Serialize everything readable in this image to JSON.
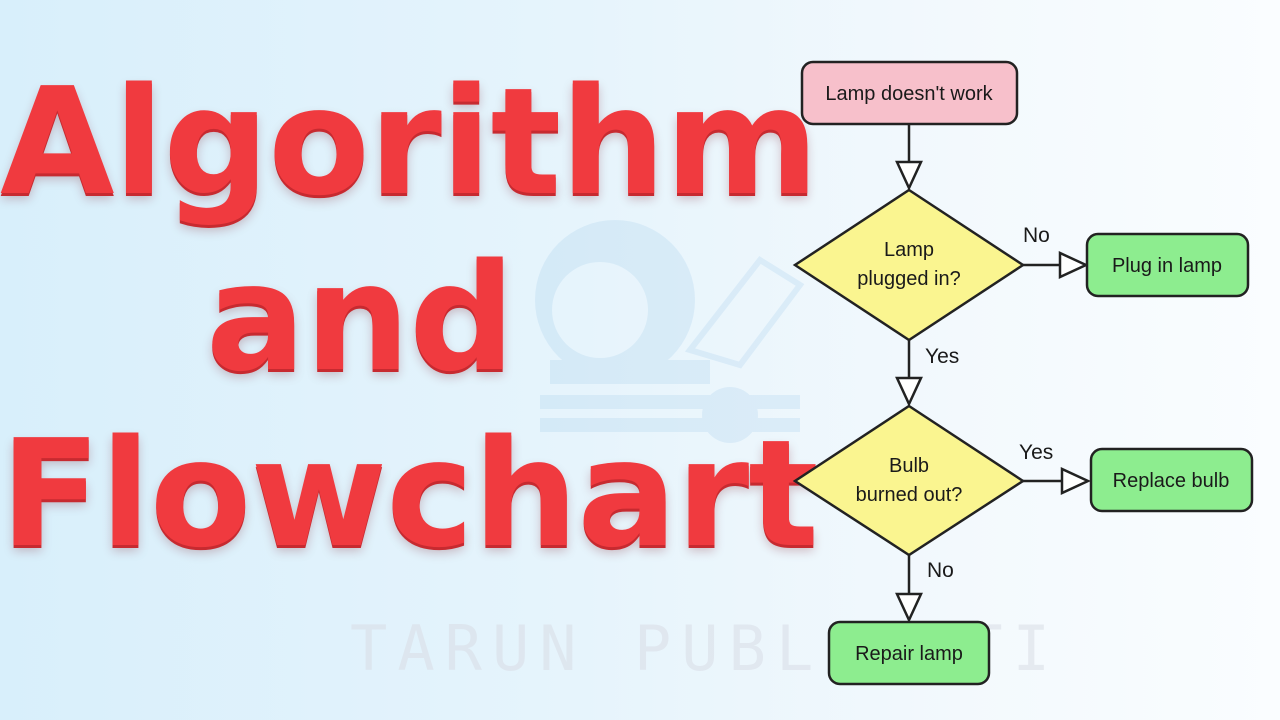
{
  "title": {
    "line1": "Algorithm",
    "line2": "and",
    "line3": "Flowchart"
  },
  "watermark": {
    "text": "TARUN PUBLICATI"
  },
  "colors": {
    "title": "#f03a3f",
    "start_fill": "#f7c0cb",
    "decision_fill": "#faf590",
    "action_fill": "#8ded8f",
    "stroke": "#222222"
  },
  "flowchart": {
    "start": "Lamp doesn't work",
    "decision1": {
      "line1": "Lamp",
      "line2": "plugged in?"
    },
    "decision2": {
      "line1": "Bulb",
      "line2": "burned out?"
    },
    "action_plug": "Plug in lamp",
    "action_replace": "Replace bulb",
    "action_repair": "Repair lamp",
    "labels": {
      "d1_no": "No",
      "d1_yes": "Yes",
      "d2_yes": "Yes",
      "d2_no": "No"
    }
  }
}
